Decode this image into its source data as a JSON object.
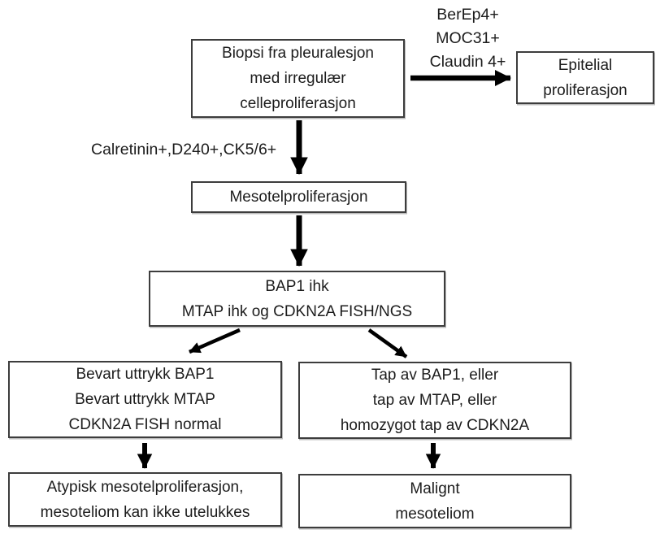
{
  "flowchart": {
    "nodes": {
      "biopsy": {
        "lines": [
          "Biopsi fra pleuralesjon",
          "med irregulær",
          "celleproliferasjon"
        ]
      },
      "epithelial": {
        "lines": [
          "Epitelial",
          "proliferasjon"
        ]
      },
      "mesothelial_proliferation": {
        "lines": [
          "Mesotelproliferasjon"
        ]
      },
      "molecular_testing": {
        "lines": [
          "BAP1 ihk",
          "MTAP ihk og CDKN2A FISH/NGS"
        ]
      },
      "preserved_expression": {
        "lines": [
          "Bevart uttrykk BAP1",
          "Bevart uttrykk MTAP",
          "CDKN2A FISH normal"
        ]
      },
      "loss_detected": {
        "lines": [
          "Tap av BAP1, eller",
          "tap av MTAP, eller",
          "homozygot tap av CDKN2A"
        ]
      },
      "atypical": {
        "lines": [
          "Atypisk mesotelproliferasjon,",
          "mesoteliom kan ikke utelukkes"
        ]
      },
      "malignant": {
        "lines": [
          "Malignt",
          "mesoteliom"
        ]
      }
    },
    "edge_labels": {
      "epithelial_markers": {
        "lines": [
          "BerEp4+",
          "MOC31+",
          "Claudin 4+"
        ]
      },
      "mesothelial_markers": "Calretinin+,D240+,CK5/6+"
    },
    "colors": {
      "box_border": "#3d3d3d",
      "arrow": "#000000",
      "text": "#1c1c1c",
      "background": "#ffffff"
    }
  }
}
